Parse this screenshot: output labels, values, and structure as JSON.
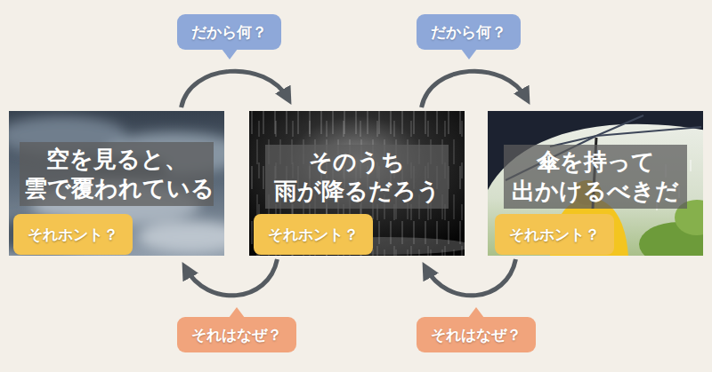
{
  "diagram": {
    "nodes": [
      {
        "text": [
          "空を見ると、 雲で覆われている"
        ]
      },
      {
        "text": [
          "それホント？"
        ],
        "in": 0
      },
      {
        "text": [
          "そのうち 雨が降るだろう"
        ]
      },
      {
        "text": [
          "それホント？"
        ],
        "in": 2
      },
      {
        "text": [
          "傘を持って 出かけるべきだ"
        ]
      },
      {
        "text": [
          "それホント？"
        ],
        "in": 4
      }
    ],
    "edges": [
      {
        "from": 0,
        "to": 2,
        "arrow": "to",
        "label": "だから何？"
      },
      {
        "from": 2,
        "to": 4,
        "arrow": "to",
        "label": "だから何？"
      },
      {
        "from": 2,
        "to": 0,
        "arrow": "to",
        "label": "それはなぜ？"
      },
      {
        "from": 4,
        "to": 2,
        "arrow": "to",
        "label": "それはなぜ？"
      }
    ]
  }
}
